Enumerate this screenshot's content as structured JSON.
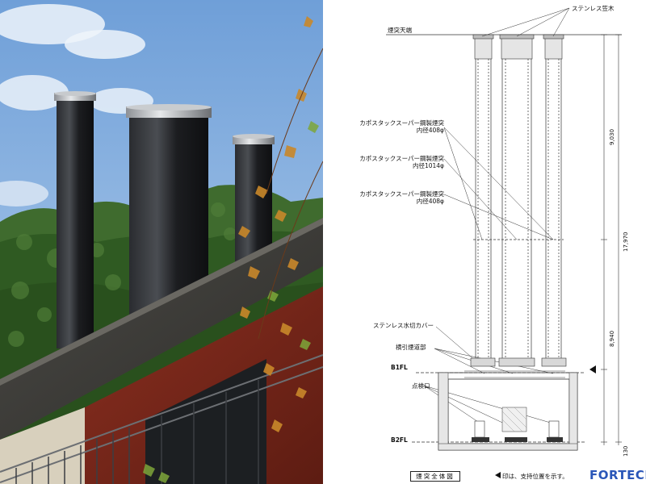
{
  "drawing": {
    "labels": {
      "stainless_cap": "ステンレス笠木",
      "chimney_top": "煙突天端",
      "chimney1_name": "カポスタックスーパー鋼製煙突",
      "chimney1_size": "内径408φ",
      "chimney2_name": "カポスタックスーパー鋼製煙突",
      "chimney2_size": "内径1014φ",
      "chimney3_name": "カポスタックスーパー鋼製煙突",
      "chimney3_size": "内径408φ",
      "water_cover": "ステンレス水切カバー",
      "horizontal_flue": "横引煙道部",
      "inspection_port": "点検口"
    },
    "levels": {
      "b1fl": "B1FL",
      "b2fl": "B2FL"
    },
    "dimensions": {
      "upper": "9,030",
      "total": "17,970",
      "lower": "8,940",
      "base": "130"
    },
    "caption": "煙突全体図",
    "legend_note": "印は、支持位置を示す。"
  },
  "brand": "FORTECH"
}
